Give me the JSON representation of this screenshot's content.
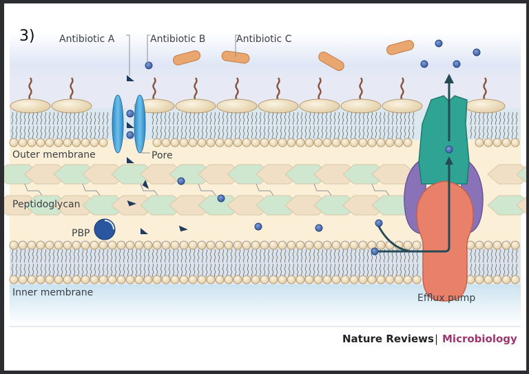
{
  "figure": {
    "panel_label": "3)",
    "labels": {
      "antibiotic_a": "Antibiotic A",
      "antibiotic_b": "Antibiotic B",
      "antibiotic_c": "Antibiotic C",
      "outer_membrane": "Outer membrane",
      "pore": "Pore",
      "peptidoglycan": "Peptidoglycan",
      "pbp": "PBP",
      "inner_membrane": "Inner membrane",
      "efflux_pump": "Efflux pump"
    },
    "credit": {
      "journal": "Nature Reviews",
      "separator": "|",
      "field": "Microbiology"
    }
  },
  "colors": {
    "antibiotic_a": "#1f3a5c",
    "antibiotic_b": "#4a6fb5",
    "antibiotic_c": "#e9a66e",
    "pore": "#3f9fd6",
    "pump_outer": "#2fa394",
    "pump_adaptor": "#8a72b8",
    "pump_inner": "#e9806a",
    "lipid_head": "#eedcb8",
    "lps_chain": "#8a5640",
    "pg_green": "#cfe6cf",
    "pg_tan": "#f1dfc5",
    "credit_field": "#a0346e"
  }
}
